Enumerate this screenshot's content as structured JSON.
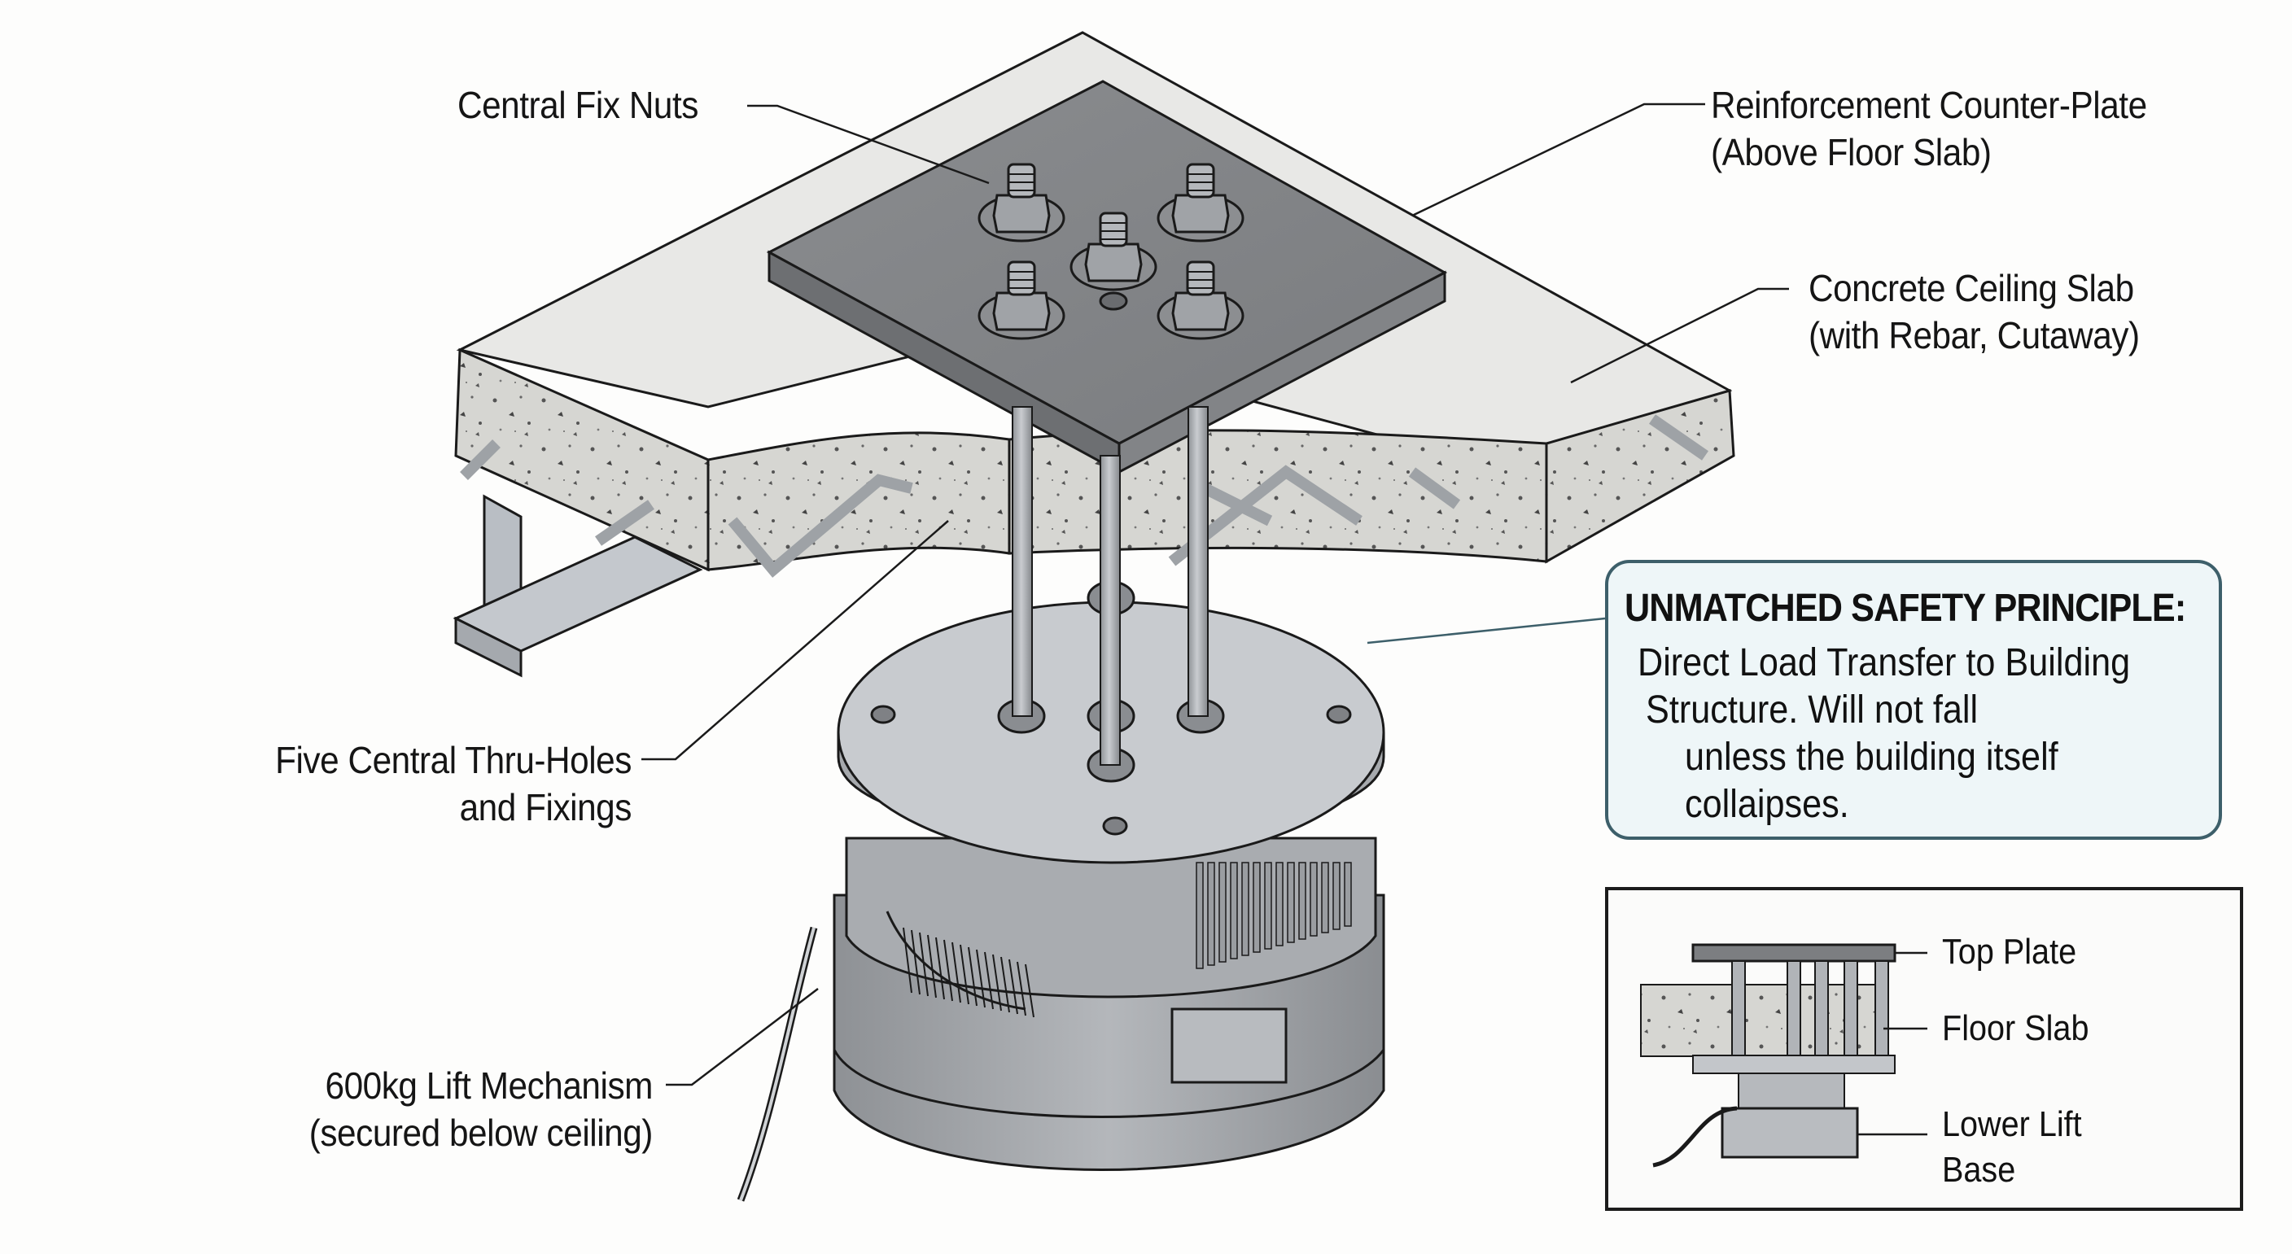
{
  "diagram": {
    "subject": "Ceiling-mounted 600kg lift anchored through concrete slab",
    "labels": {
      "central_fix_nuts": "Central Fix Nuts",
      "counter_plate": [
        "Reinforcement Counter-Plate",
        "(Above Floor Slab)"
      ],
      "ceiling_slab": [
        "Concrete Ceiling Slab",
        "(with Rebar, Cutaway)"
      ],
      "thru_holes": [
        "Five Central Thru-Holes",
        "and Fixings"
      ],
      "lift_mechanism": [
        "600kg Lift Mechanism",
        "(secured below ceiling)"
      ]
    },
    "callout": {
      "title": "UNMATCHED SAFETY PRINCIPLE:",
      "lines": [
        "Direct Load Transfer to Building",
        "Structure. Will not fall",
        "unless the building itself",
        "collaipses."
      ]
    },
    "inset": {
      "labels": {
        "top_plate": "Top Plate",
        "floor_slab": "Floor Slab",
        "lower_lift_base": [
          "Lower Lift",
          "Base"
        ]
      }
    },
    "counts": {
      "nuts_on_plate": 5,
      "thru_holes": 5,
      "rods_visible": 3
    },
    "colors": {
      "steel_dark": "#7d7f82",
      "steel_mid": "#a3a6aa",
      "steel_light": "#c7cace",
      "concrete_top": "#e6e6e4",
      "concrete_side": "#d3d3cf",
      "callout_border": "#3d5f6a",
      "callout_fill": "#eef6f8",
      "outline": "#1a1a1a"
    }
  }
}
